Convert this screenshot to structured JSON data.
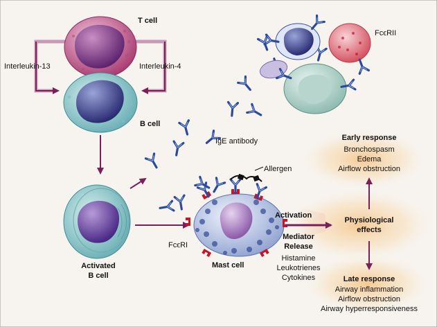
{
  "labels": {
    "t_cell": "T cell",
    "b_cell": "B cell",
    "interleukin_13": "Interleukin-13",
    "interleukin_4": "Interleukin-4",
    "ige_antibody": "IgE antibody",
    "fc_eps_rii": "FcϵRII",
    "fc_eps_ri": "FcϵRI",
    "allergen": "Allergen",
    "activated_b_cell_line1": "Activated",
    "activated_b_cell_line2": "B cell",
    "mast_cell": "Mast cell",
    "activation": "Activation",
    "mediator_release_line1": "Mediator",
    "mediator_release_line2": "Release",
    "physiological_effects_line1": "Physiological",
    "physiological_effects_line2": "effects"
  },
  "mediators": [
    "Histamine",
    "Leukotrienes",
    "Cytokines"
  ],
  "early_response": {
    "title": "Early response",
    "items": [
      "Bronchospasm",
      "Edema",
      "Airflow obstruction"
    ]
  },
  "late_response": {
    "title": "Late response",
    "items": [
      "Airway inflammation",
      "Airflow obstruction",
      "Airway hyperresponsiveness"
    ]
  },
  "colors": {
    "arrow": "#7a1f5a",
    "antibody": "#2b4a9a",
    "receptor": "#c4162a",
    "background": "#f7f4ef"
  }
}
